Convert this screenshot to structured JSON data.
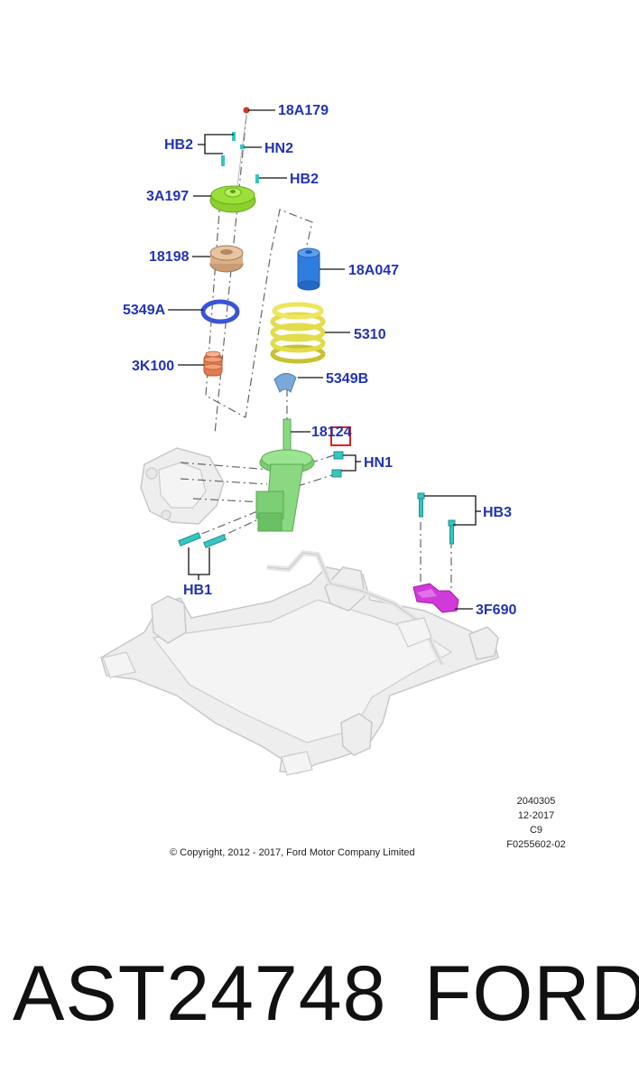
{
  "labels": {
    "mount_nut": "18A179",
    "upper_bolts": "HB2",
    "upper_nut": "HN2",
    "mount_bolt": "HB2",
    "top_mount": "3A197",
    "bearing": "18198",
    "upper_insulator": "5349A",
    "bump_stop": "3K100",
    "dust_boot": "18A047",
    "coil_spring": "5310",
    "lower_insulator": "5349B",
    "shock_absorber": "18124",
    "knuckle_nuts": "HN1",
    "knuckle_bolts": "HB1",
    "bracket_bolts": "HB3",
    "bracket": "3F690"
  },
  "meta": {
    "code": "2040305",
    "date": "12-2017",
    "revision": "C9",
    "figure": "F0255602-02",
    "copyright": "© Copyright, 2012 - 2017, Ford Motor Company Limited"
  },
  "caption": {
    "part_number": "AST24748",
    "brand": "FORD"
  },
  "colors": {
    "label": "#2233b3",
    "top_mount": "#9be03a",
    "bearing": "#d9b08a",
    "upper_insulator": "#3a55d4",
    "bump_stop": "#e07a50",
    "dust_boot": "#2f7de0",
    "coil_spring": "#e2dc4a",
    "lower_insulator": "#7aa8d8",
    "shock_absorber": "#8ad882",
    "fasteners": "#35c6c0",
    "bracket": "#d03ad8",
    "highlight": "#e02020"
  }
}
